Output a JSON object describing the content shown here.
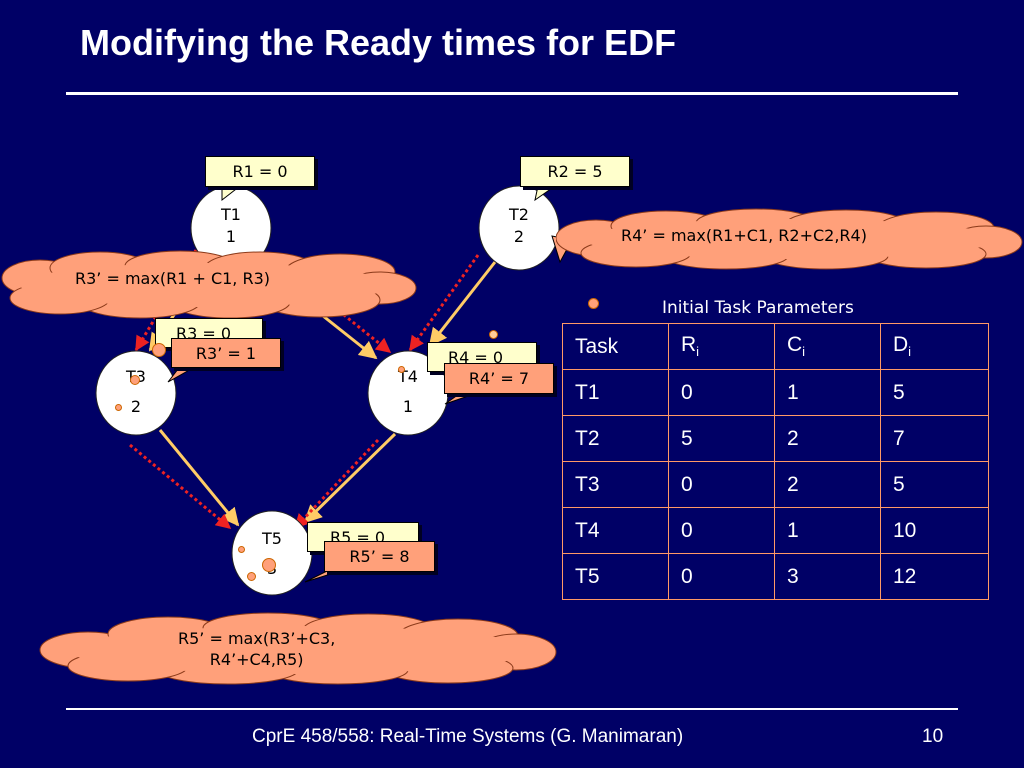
{
  "title": "Modifying the Ready times for EDF",
  "footer": {
    "course": "CprE 458/558: Real-Time Systems (G. Manimaran)",
    "page": "10"
  },
  "nodes": {
    "t1": {
      "name": "T1",
      "cost": "1"
    },
    "t2": {
      "name": "T2",
      "cost": "2"
    },
    "t3": {
      "name": "T3",
      "cost": "2"
    },
    "t4": {
      "name": "T4",
      "cost": "1"
    },
    "t5": {
      "name": "T5",
      "cost": "3"
    }
  },
  "ready_labels": {
    "r1": "R1 = 0",
    "r2": "R2 = 5",
    "r3_partial": "R3 = 0",
    "r4_partial": "R4 = 0",
    "r5_partial": "R5 = 0"
  },
  "modified_labels": {
    "r3": "R3’ = 1",
    "r4": "R4’ = 7",
    "r5": "R5’ = 8"
  },
  "clouds": {
    "r3_formula": "R3’ = max(R1 + C1, R3)",
    "r4_formula": "R4’ = max(R1+C1, R2+C2,R4)",
    "r5_formula_line1": "R5’ = max(R3’+C3,",
    "r5_formula_line2": "R4’+C4,R5)"
  },
  "table": {
    "caption": "Initial Task Parameters",
    "headers": [
      {
        "main": "Task",
        "sub": ""
      },
      {
        "main": "R",
        "sub": "i"
      },
      {
        "main": "C",
        "sub": "i"
      },
      {
        "main": "D",
        "sub": "i"
      }
    ],
    "rows": [
      [
        "T1",
        "0",
        "1",
        "5"
      ],
      [
        "T2",
        "5",
        "2",
        "7"
      ],
      [
        "T3",
        "0",
        "2",
        "5"
      ],
      [
        "T4",
        "0",
        "1",
        "10"
      ],
      [
        "T5",
        "0",
        "3",
        "12"
      ]
    ]
  },
  "colors": {
    "background": "#000066",
    "edge": "#ffcc66",
    "dotted_edge": "#ee2222",
    "callout_yellow": "#ffffcc",
    "callout_orange": "#ffa07a",
    "table_border": "#ff9966"
  }
}
